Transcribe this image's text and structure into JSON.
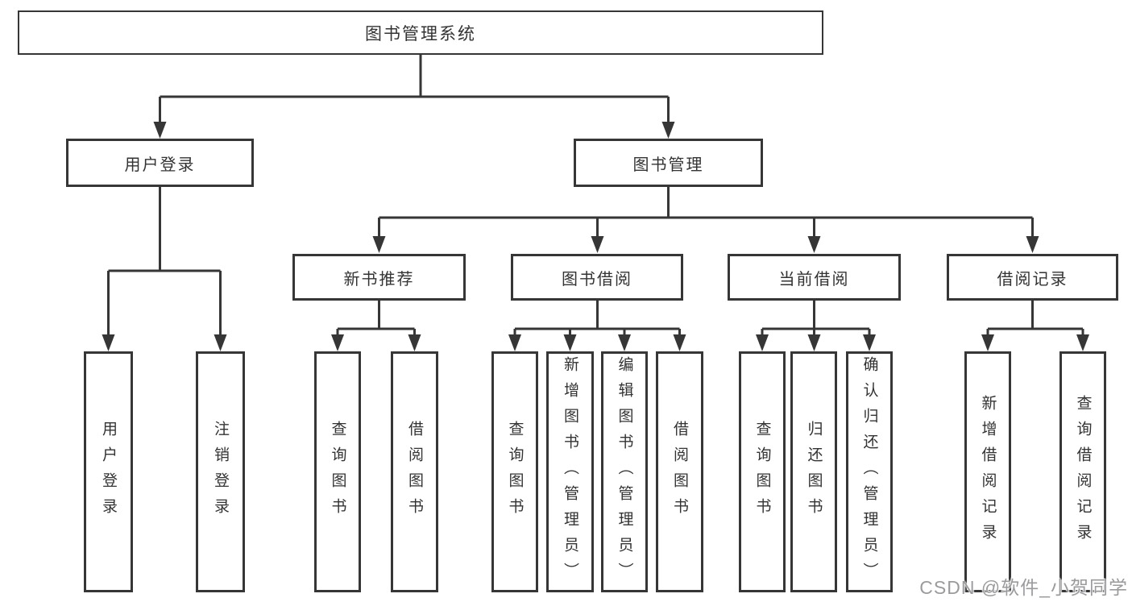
{
  "diagram": {
    "root": {
      "label": "图书管理系统"
    },
    "branches": [
      {
        "label": "用户登录",
        "children": [
          {
            "label": "用户登录"
          },
          {
            "label": "注销登录"
          }
        ]
      },
      {
        "label": "图书管理",
        "children": [
          {
            "label": "新书推荐",
            "children": [
              {
                "label": "查询图书"
              },
              {
                "label": "借阅图书"
              }
            ]
          },
          {
            "label": "图书借阅",
            "children": [
              {
                "label": "查询图书"
              },
              {
                "label": "新增图书（管理员）"
              },
              {
                "label": "编辑图书（管理员）"
              },
              {
                "label": "借阅图书"
              }
            ]
          },
          {
            "label": "当前借阅",
            "children": [
              {
                "label": "查询图书"
              },
              {
                "label": "归还图书"
              },
              {
                "label": "确认归还（管理员）"
              }
            ]
          },
          {
            "label": "借阅记录",
            "children": [
              {
                "label": "新增借阅记录"
              },
              {
                "label": "查询借阅记录"
              }
            ]
          }
        ]
      }
    ]
  },
  "watermark": {
    "text": "CSDN @软件_小贺同学"
  },
  "colors": {
    "line": "#363636",
    "box_border": "#363636",
    "text": "#333333",
    "background": "#ffffff",
    "watermark": "#9b9b9e"
  }
}
